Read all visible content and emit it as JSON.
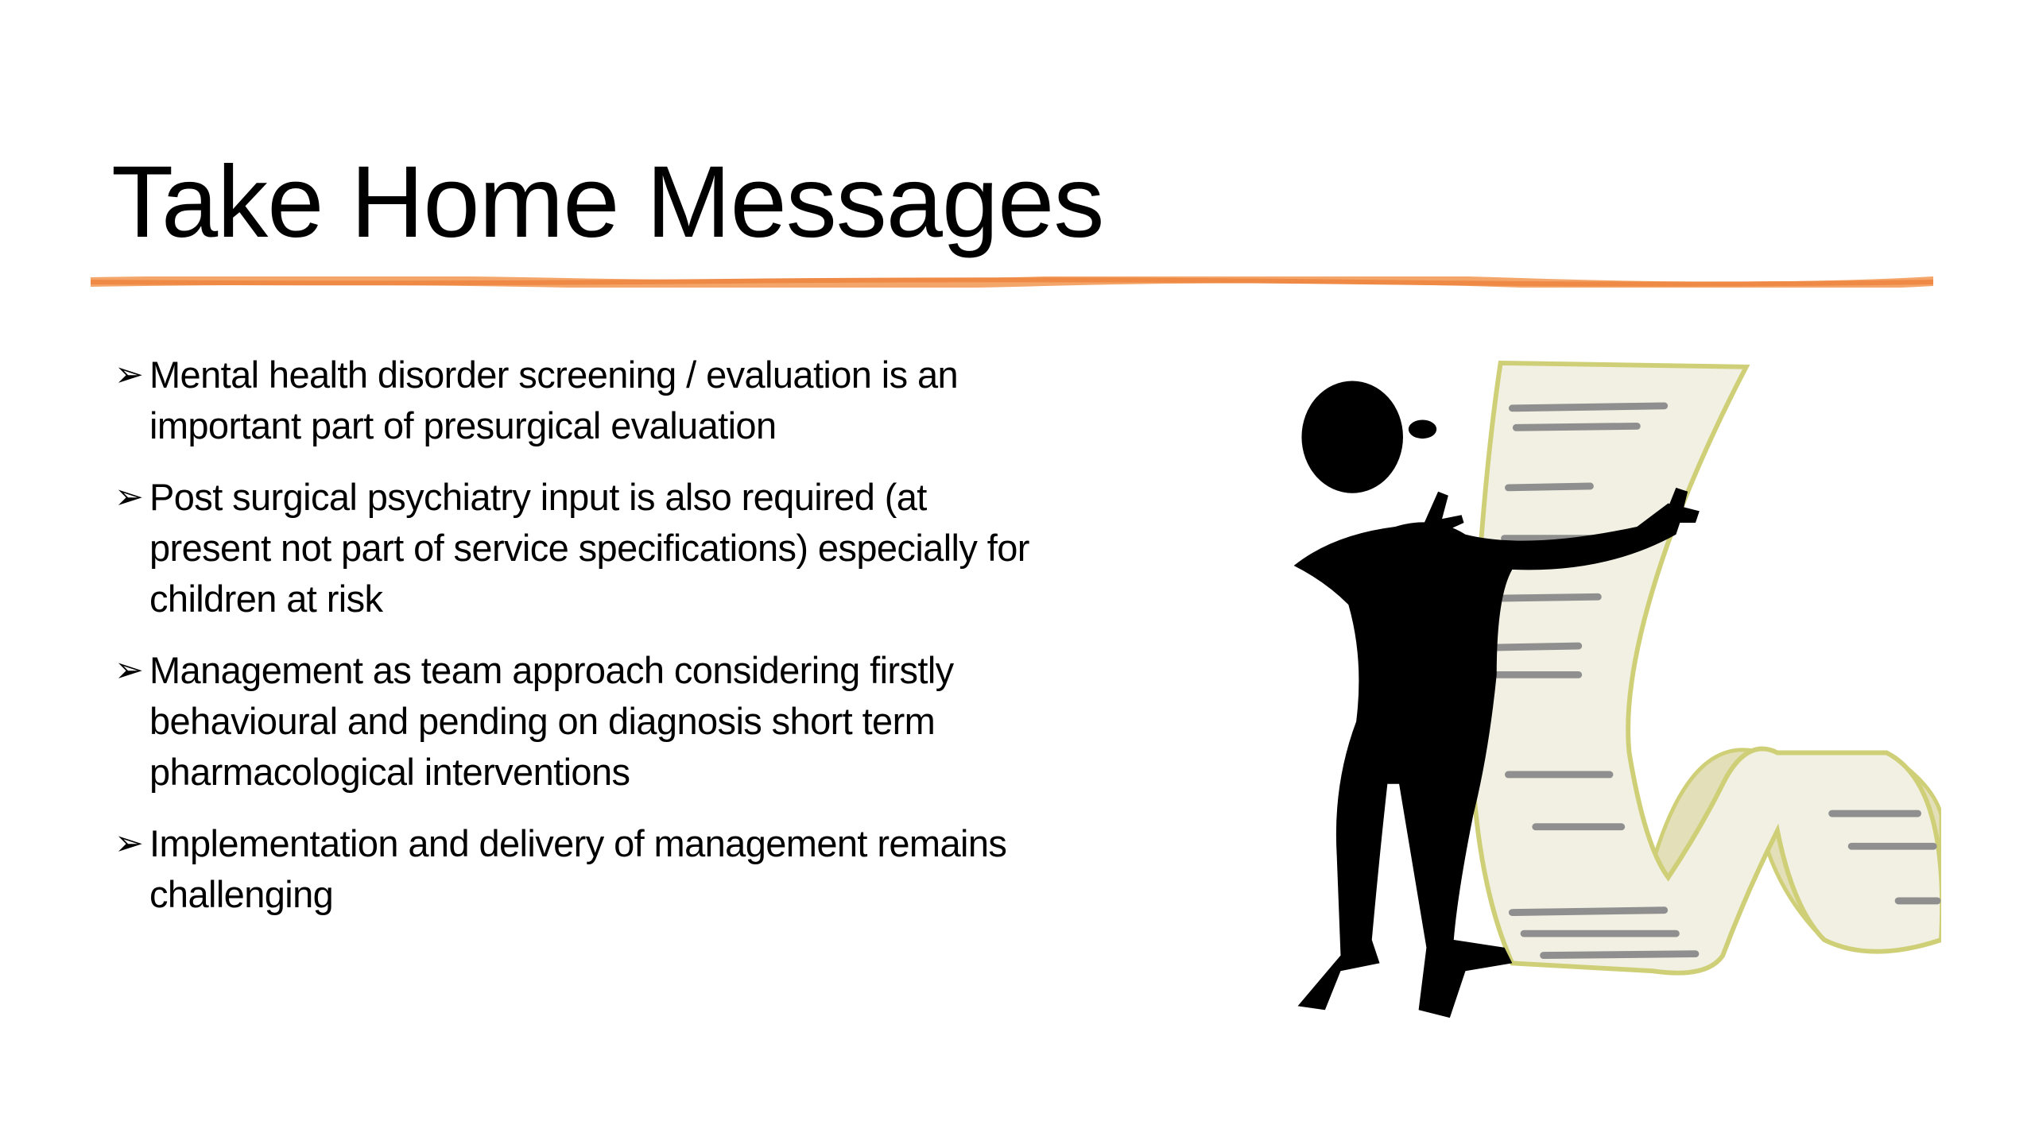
{
  "slide": {
    "title": "Take Home Messages",
    "bullet_icon": "arrow-bullet-icon",
    "bullet_glyph": "➢",
    "bullets": [
      {
        "lines": [
          " Mental health disorder screening /  evaluation is an",
          "important part of presurgical evaluation"
        ]
      },
      {
        "lines": [
          "Post surgical psychiatry input is also  required (at",
          "present not part of service specifications) especially for",
          "children at risk"
        ]
      },
      {
        "lines": [
          " Management as team approach considering firstly",
          "behavioural and pending on diagnosis short term",
          "pharmacological interventions"
        ]
      },
      {
        "lines": [
          "Implementation and delivery of management remains",
          "challenging"
        ]
      }
    ],
    "accent_color": "#EE8A45",
    "illustration": "person-reading-long-scroll"
  }
}
